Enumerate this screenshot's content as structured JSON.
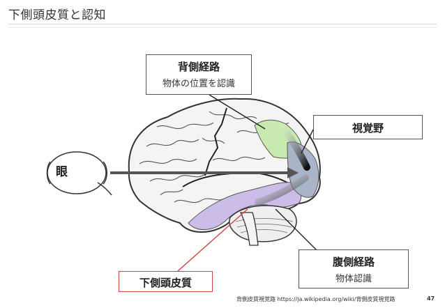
{
  "slide": {
    "title": "下側頭皮質と認知",
    "page_number": "47"
  },
  "labels": {
    "dorsal_title": "背側経路",
    "dorsal_sub": "物体の位置を認識",
    "visual_cortex": "視覚野",
    "ventral_title": "腹側経路",
    "ventral_sub": "物体認識",
    "inferior_temporal": "下側頭皮質",
    "eye": "眼"
  },
  "footer": {
    "caption": "背側皮質視覚路  https://ja.wikipedia.org/wiki/背側皮質視覚路"
  },
  "colors": {
    "dorsal_region": "#c8eab0",
    "ventral_region": "#cbbde8",
    "visual_region": "#a9b4c8",
    "leader_it": "#d14040",
    "arrow": "#555555"
  }
}
